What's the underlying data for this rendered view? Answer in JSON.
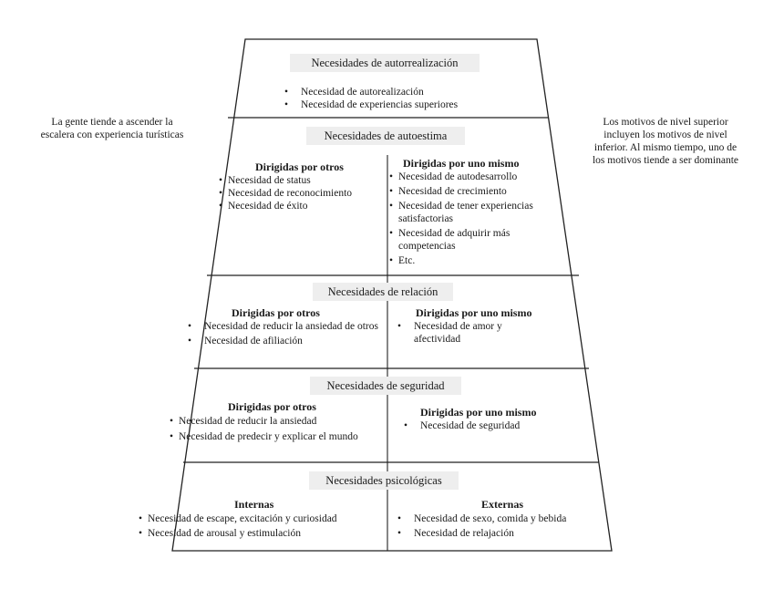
{
  "left_note": [
    "La gente tiende a ascender la",
    "escalera con experiencia turísticas"
  ],
  "right_note": [
    "Los motivos de nivel superior",
    "incluyen  los motivos de nivel",
    "inferior. Al mismo tiempo, uno de",
    "los motivos tiende a ser dominante"
  ],
  "levels": {
    "autorrealizacion": {
      "title": "Necesidades de autorrealización",
      "items": [
        "Necesidad de autorealización",
        "Necesidad de experiencias superiores"
      ]
    },
    "autoestima": {
      "title": "Necesidades de autoestima",
      "left_head": "Dirigidas por otros",
      "left_items": [
        "Necesidad de status",
        "Necesidad de reconocimiento",
        "Necesidad de éxito"
      ],
      "right_head": "Dirigidas por uno mismo",
      "right_items": [
        "Necesidad de autodesarrollo",
        "Necesidad de crecimiento",
        "Necesidad de tener experiencias satisfactorias",
        "Necesidad de adquirir más competencias",
        "Etc."
      ]
    },
    "relacion": {
      "title": "Necesidades de relación",
      "left_head": "Dirigidas por otros",
      "left_items": [
        "Necesidad de reducir la ansiedad de otros",
        "Necesidad de afiliación"
      ],
      "right_head": "Dirigidas por uno mismo",
      "right_items": [
        "Necesidad de amor y afectividad"
      ]
    },
    "seguridad": {
      "title": "Necesidades de seguridad",
      "left_head": "Dirigidas por otros",
      "left_items": [
        "Necesidad de reducir la ansiedad",
        "Necesidad de predecir y explicar el mundo"
      ],
      "right_head": "Dirigidas por uno mismo",
      "right_items": [
        "Necesidad de seguridad"
      ]
    },
    "psicologicas": {
      "title": "Necesidades psicológicas",
      "left_head": "Internas",
      "left_items": [
        "Necesidad de escape, excitación y curiosidad",
        "Necesidad de arousal y estimulación"
      ],
      "right_head": "Externas",
      "right_items": [
        "Necesidad de sexo, comida y bebida",
        "Necesidad de relajación"
      ]
    }
  }
}
